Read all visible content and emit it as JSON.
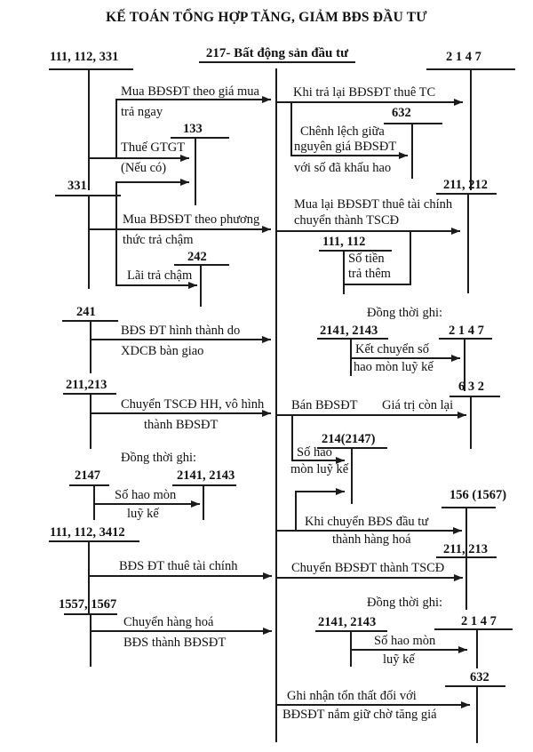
{
  "title": "KẾ TOÁN TỔNG HỢP TĂNG, GIẢM BĐS ĐẦU TƯ",
  "central_account": "217- Bất động sản đầu tư",
  "left": {
    "acct_111_112_331": "111, 112, 331",
    "flow1a": "Mua BĐSĐT theo giá mua",
    "flow1b": "trả ngay",
    "acct_133": "133",
    "vat1": "Thuế GTGT",
    "vat2": "(Nếu có)",
    "acct_331": "331",
    "flow2a": "Mua BĐSĐT theo phương",
    "flow2b": "thức trả chậm",
    "acct_242": "242",
    "flow3": "Lãi trả chậm",
    "acct_241": "241",
    "flow4a": "BĐS ĐT hình thành do",
    "flow4b": "XDCB bàn giao",
    "acct_211_213": "211,213",
    "flow5a": "Chuyển TSCĐ HH, vô hình",
    "flow5b": "thành BĐSĐT",
    "dongthoi": "Đồng thời ghi:",
    "acct_2147": "2147",
    "acct_2141_2143": "2141, 2143",
    "flow6a": "Số hao mòn",
    "flow6b": "luỹ kế",
    "acct_111_112_3412": "111, 112, 3412",
    "flow7": "BĐS ĐT thuê tài chính",
    "acct_1557_1567": "1557, 1567",
    "flow8a": "Chuyển hàng hoá",
    "flow8b": "BĐS thành BĐSĐT"
  },
  "right": {
    "acct_2147_top": "2 1 4 7",
    "flow1": "Khi trả lại BĐSĐT thuê TC",
    "acct_632_top": "632",
    "flow2a": "Chênh lệch giữa",
    "flow2b": "nguyên giá BĐSĐT",
    "flow2c": "với số đã khấu hao",
    "acct_211_212": "211, 212",
    "flow3a": "Mua lại BĐSĐT thuê tài chính",
    "flow3b": "chuyển thành TSCĐ",
    "acct_111_112": "111, 112",
    "flow4a": "Số tiền",
    "flow4b": "trả thêm",
    "dongthoi1": "Đồng thời ghi:",
    "acct_2141_2143_mid": "2141, 2143",
    "acct_2147_mid": "2 1 4 7",
    "flow5a": "Kết chuyển số",
    "flow5b": "hao mòn luỹ kế",
    "acct_632_mid": "6 3 2",
    "flow6a": "Bán BĐSĐT",
    "flow6b": "Giá trị còn lại",
    "acct_214_2147": "214(2147)",
    "flow7a": "Số hao",
    "flow7b": "mòn luỹ kế",
    "acct_156_1567": "156 (1567)",
    "flow8a": "Khi chuyển BĐS đầu tư",
    "flow8b": "thành hàng hoá",
    "acct_211_213": "211, 213",
    "flow9": "Chuyển BĐSĐT thành TSCĐ",
    "dongthoi2": "Đồng thời ghi:",
    "acct_2141_2143_bot": "2141, 2143",
    "acct_2147_bot": "2 1 4 7",
    "flow10a": "Số hao mòn",
    "flow10b": "luỹ kế",
    "acct_632_bot": "632",
    "flow11a": "Ghi nhận tổn thất đối với",
    "flow11b": "BĐSĐT nắm giữ chờ tăng giá"
  }
}
